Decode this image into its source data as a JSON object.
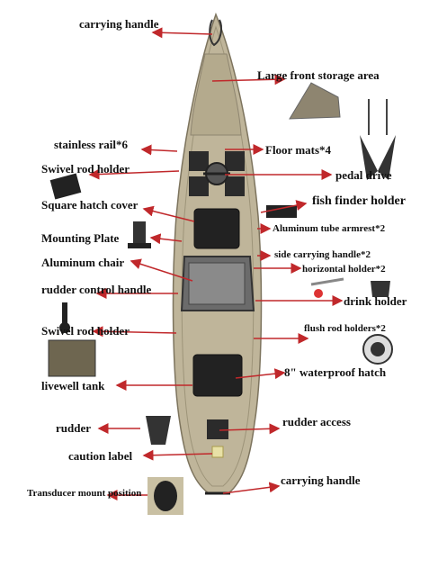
{
  "colors": {
    "arrow": "#c0282b",
    "hull": "#bfb59a",
    "hull_dark": "#8e8570",
    "deck": "#2b2b2b",
    "text": "#111111"
  },
  "labels": {
    "carrying_handle_top": "carrying handle",
    "large_front_storage": "Large front storage area",
    "stainless_rail": "stainless rail*6",
    "floor_mats": "Floor mats*4",
    "swivel_rod_holder_1": "Swivel rod holder",
    "pedal_drive": "pedal drive",
    "square_hatch_cover": "Square hatch cover",
    "fish_finder_holder": "fish finder holder",
    "aluminum_tube_armrest": "Aluminum tube armrest*2",
    "mounting_plate": "Mounting Plate",
    "side_carrying_handle": "side carrying handle*2",
    "aluminum_chair": "Aluminum chair",
    "horizontal_holder": "horizontal holder*2",
    "rudder_control_handle": "rudder control handle",
    "drink_holder": "drink holder",
    "swivel_rod_holder_2": "Swivel rod holder",
    "flush_rod_holders": "flush rod holders*2",
    "waterproof_hatch": "8\" waterproof hatch",
    "livewell_tank": "livewell tank",
    "rudder": "rudder",
    "rudder_access": "rudder access",
    "caution_label": "caution label",
    "carrying_handle_bottom": "carrying handle",
    "transducer_mount": "Transducer mount position"
  }
}
